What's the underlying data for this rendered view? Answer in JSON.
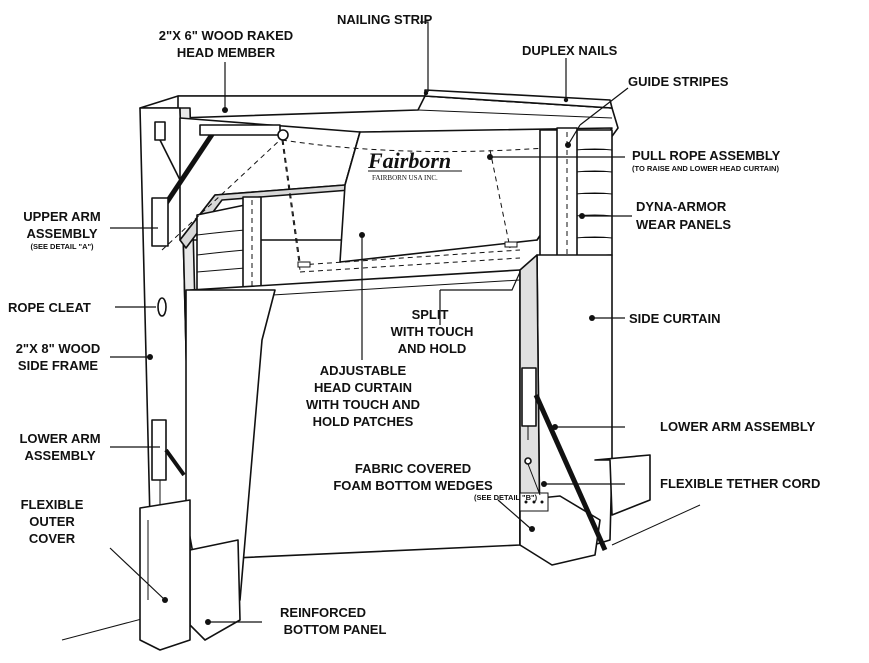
{
  "labels": {
    "nailing_strip": "NAILING STRIP",
    "wood_raked_1": "2\"X 6\" WOOD RAKED",
    "wood_raked_2": "HEAD MEMBER",
    "duplex_nails": "DUPLEX NAILS",
    "guide_stripes": "GUIDE STRIPES",
    "pull_rope_1": "PULL ROPE ASSEMBLY",
    "pull_rope_2": "(TO RAISE AND LOWER HEAD CURTAIN)",
    "dyna_armor_1": "DYNA-ARMOR",
    "dyna_armor_2": "WEAR PANELS",
    "upper_arm_1": "UPPER ARM",
    "upper_arm_2": "ASSEMBLY",
    "upper_arm_3": "(SEE DETAIL \"A\")",
    "rope_cleat": "ROPE CLEAT",
    "split_1": "SPLIT",
    "split_2": "WITH TOUCH",
    "split_3": "AND HOLD",
    "side_curtain": "SIDE CURTAIN",
    "side_frame_1": "2\"X 8\" WOOD",
    "side_frame_2": "SIDE FRAME",
    "head_curtain_1": "ADJUSTABLE",
    "head_curtain_2": "HEAD CURTAIN",
    "head_curtain_3": "WITH TOUCH AND",
    "head_curtain_4": "HOLD PATCHES",
    "lower_arm_left_1": "LOWER ARM",
    "lower_arm_left_2": "ASSEMBLY",
    "lower_arm_right": "LOWER ARM ASSEMBLY",
    "fabric_wedges_1": "FABRIC COVERED",
    "fabric_wedges_2": "FOAM BOTTOM WEDGES",
    "fabric_wedges_3": "(SEE DETAIL \"B\")",
    "tether_cord": "FLEXIBLE TETHER CORD",
    "outer_cover_1": "FLEXIBLE",
    "outer_cover_2": "OUTER",
    "outer_cover_3": "COVER",
    "bottom_panel_1": "REINFORCED",
    "bottom_panel_2": "BOTTOM PANEL"
  },
  "logo": {
    "brand": "Fairborn",
    "sub": "FAIRBORN USA INC."
  }
}
